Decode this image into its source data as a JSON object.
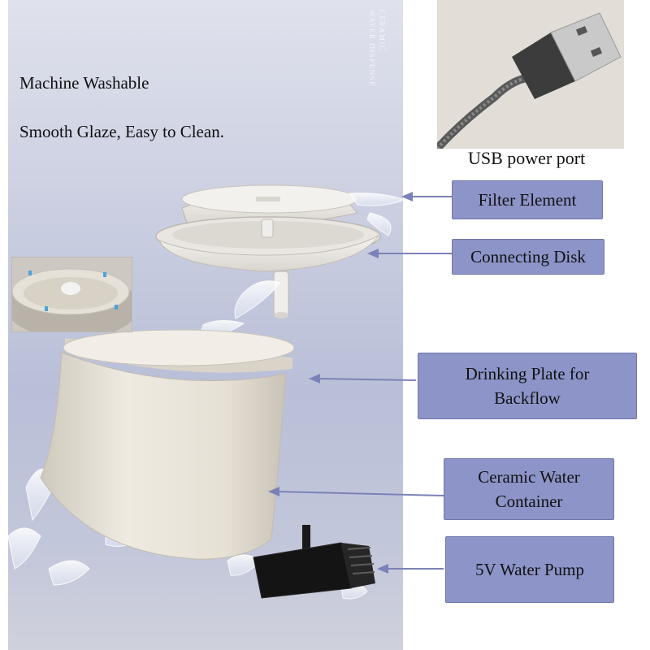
{
  "header": {
    "vertical_label_line1": "CERAMIC",
    "vertical_label_line2": "WATER DISPENSE"
  },
  "features": {
    "line1": "Machine Washable",
    "line2": "Smooth Glaze, Easy to Clean."
  },
  "usb": {
    "label": "USB power port"
  },
  "callouts": {
    "filter": "Filter Element",
    "disk": "Connecting Disk",
    "plate_line1": "Drinking Plate for",
    "plate_line2": "Backflow",
    "container_line1": "Ceramic Water",
    "container_line2": "Container",
    "pump": "5V Water Pump"
  },
  "colors": {
    "callout_fill": "#8c94c8",
    "arrow": "#7b82b8",
    "panel_top": "#dfe2ec",
    "panel_mid": "#b9bfd8",
    "ceramic": "#ebe6dc"
  }
}
